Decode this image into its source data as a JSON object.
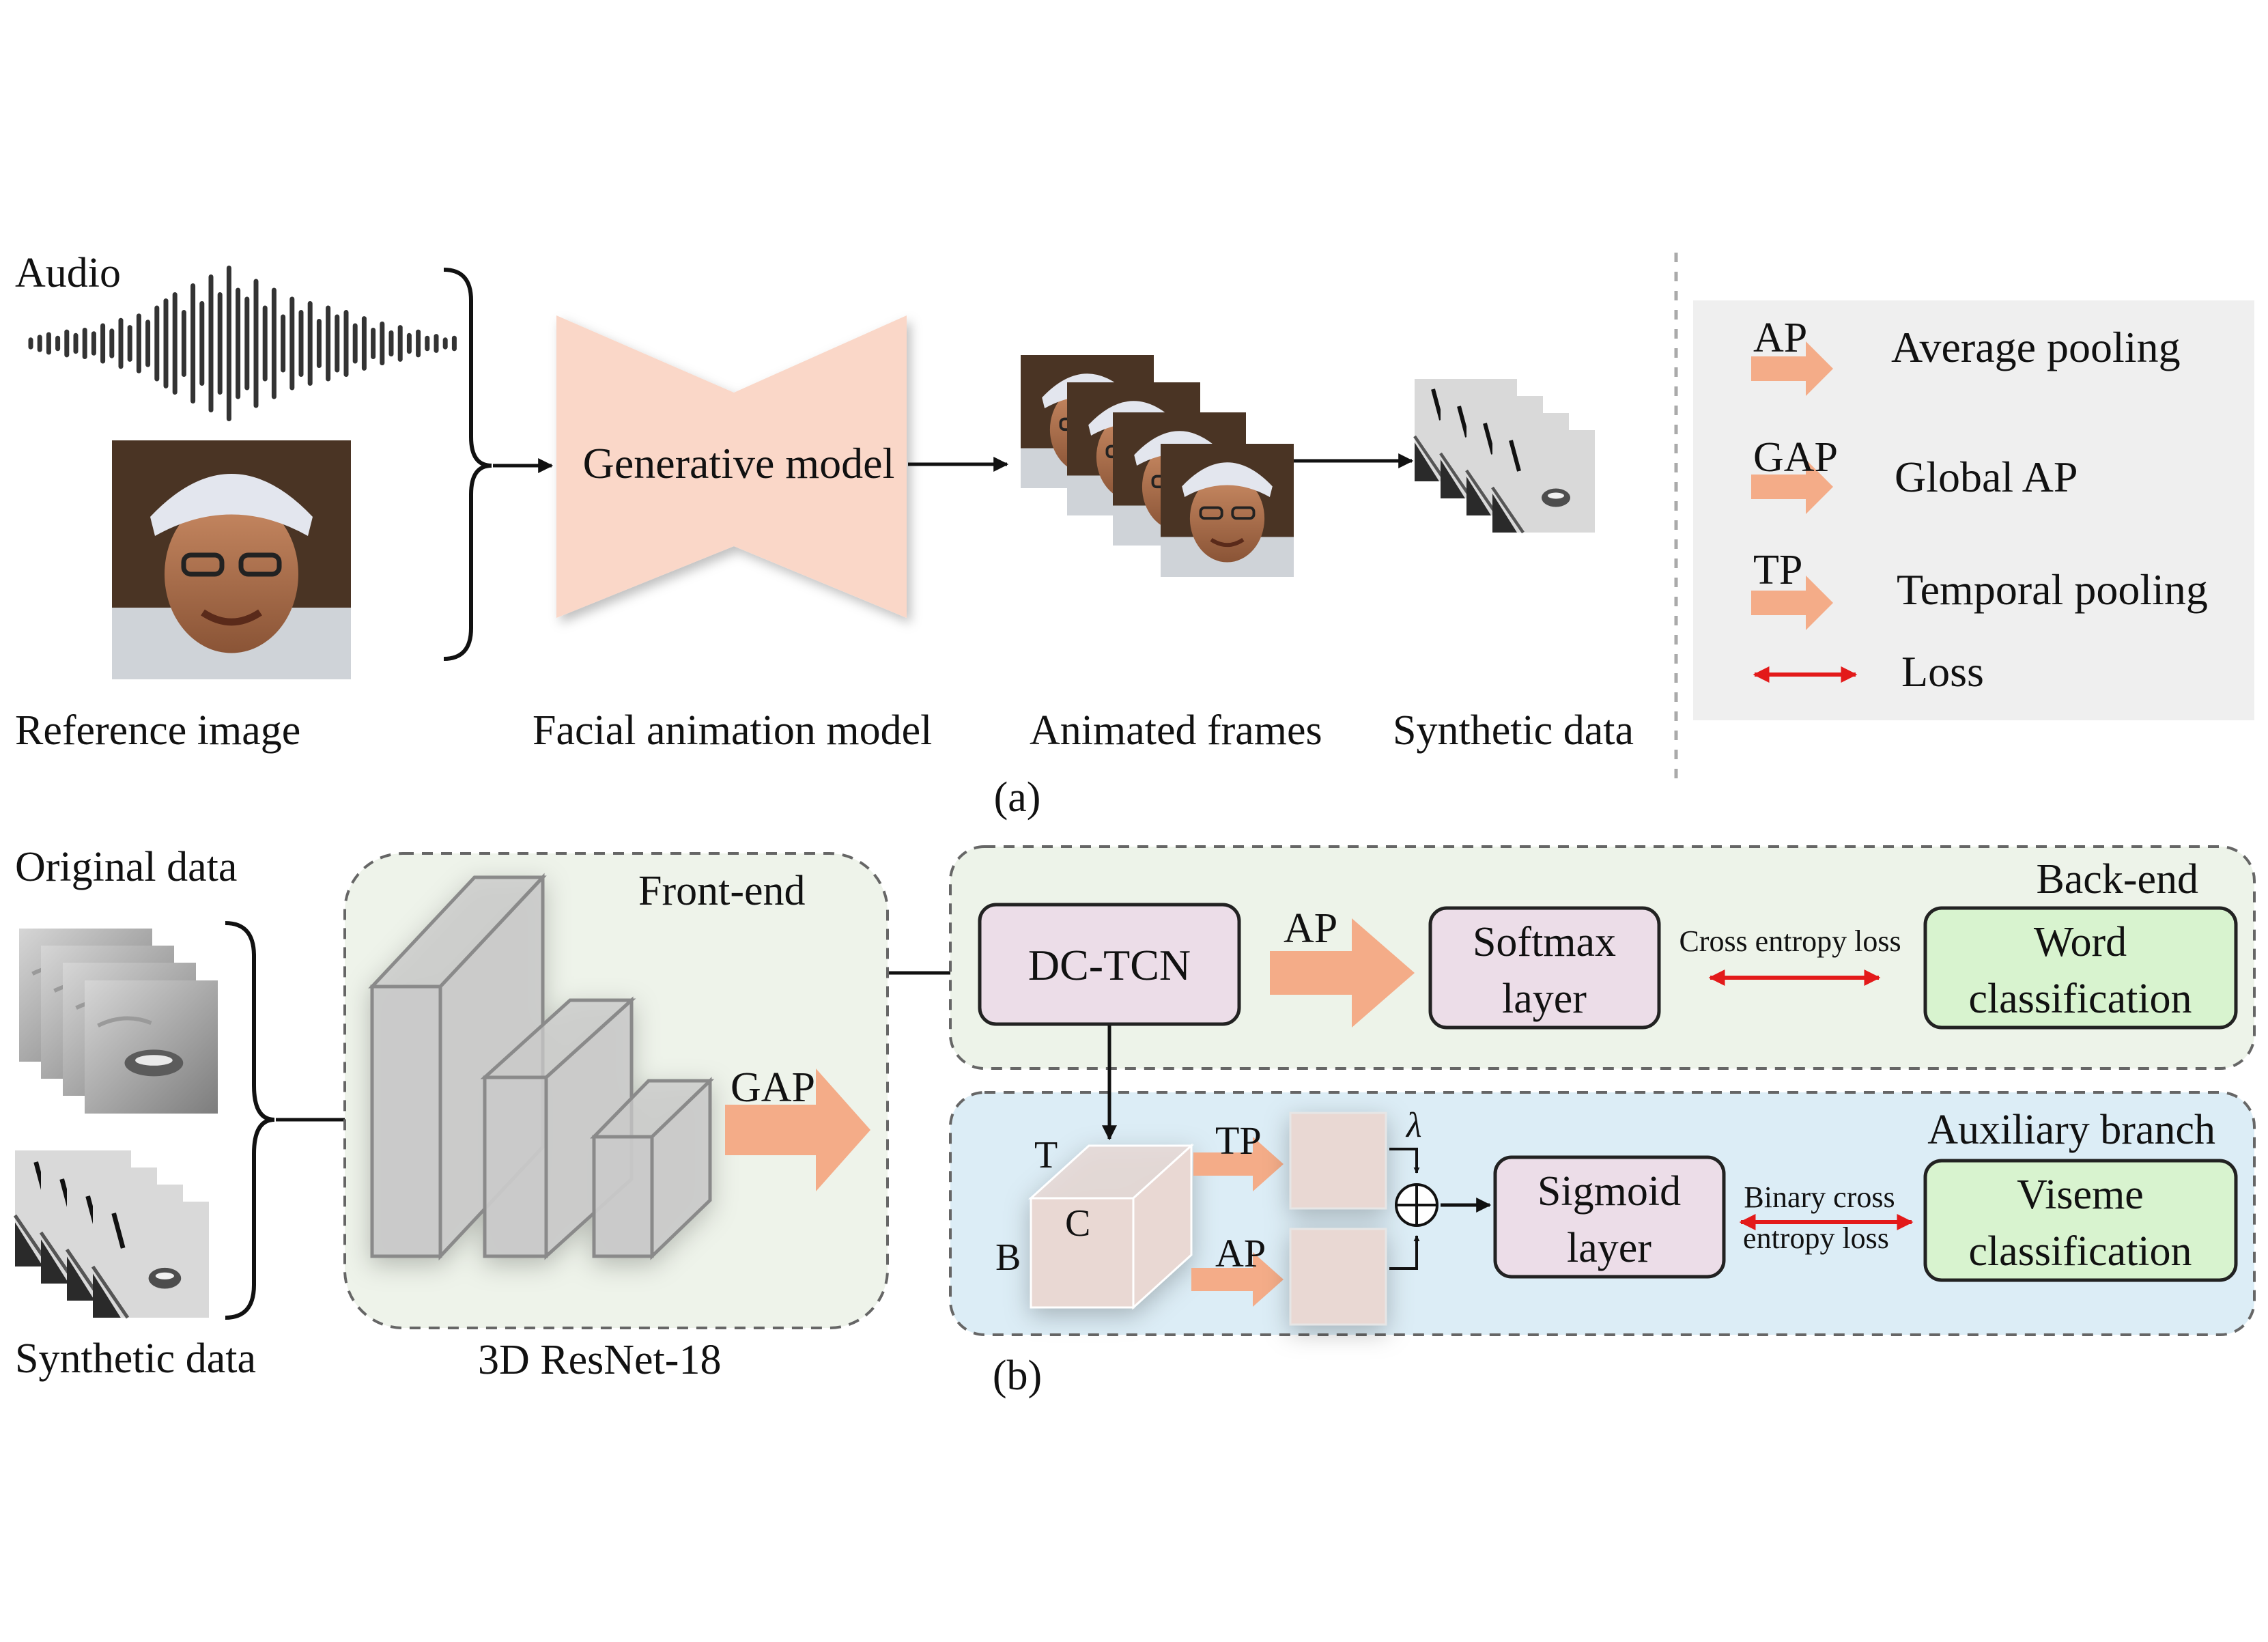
{
  "colors": {
    "generative_fill": "#fad7c8",
    "pool_arrow": "#f4ac88",
    "loss_arrow": "#e31a1a",
    "legend_bg": "#efefef",
    "frontend_bg": "#eef3ea",
    "backend_bg": "#edf3e9",
    "aux_bg": "#dcedf6",
    "purple_box": "#ecdde8",
    "green_box": "#d8f3cf",
    "block_fill": "#c9c9c9",
    "tensor_fill": "#e9d8d3"
  },
  "panel_a": {
    "audio_label": "Audio",
    "reference_label": "Reference image",
    "generative_label": "Generative model",
    "facial_label": "Facial animation model",
    "animated_label": "Animated frames",
    "synthetic_label": "Synthetic data",
    "caption": "(a)"
  },
  "legend": {
    "items": [
      {
        "abbr": "AP",
        "desc": "Average pooling"
      },
      {
        "abbr": "GAP",
        "desc": "Global AP"
      },
      {
        "abbr": "TP",
        "desc": "Temporal pooling"
      },
      {
        "abbr": "",
        "desc": "Loss"
      }
    ]
  },
  "panel_b": {
    "original_label": "Original data",
    "synthetic_label": "Synthetic data",
    "frontend_label": "Front-end",
    "resnet_label": "3D ResNet-18",
    "gap_label": "GAP",
    "backend_label": "Back-end",
    "dctcn_label": "DC-TCN",
    "ap_label": "AP",
    "softmax_line1": "Softmax",
    "softmax_line2": "layer",
    "ce_loss_label": "Cross entropy loss",
    "word_line1": "Word",
    "word_line2": "classification",
    "aux_label": "Auxiliary branch",
    "t_label": "T",
    "c_label": "C",
    "b_label": "B",
    "tp_label": "TP",
    "ap2_label": "AP",
    "lambda_label": "λ",
    "sigmoid_line1": "Sigmoid",
    "sigmoid_line2": "layer",
    "bce_line1": "Binary cross",
    "bce_line2": "entropy loss",
    "viseme_line1": "Viseme",
    "viseme_line2": "classification",
    "caption": "(b)"
  }
}
